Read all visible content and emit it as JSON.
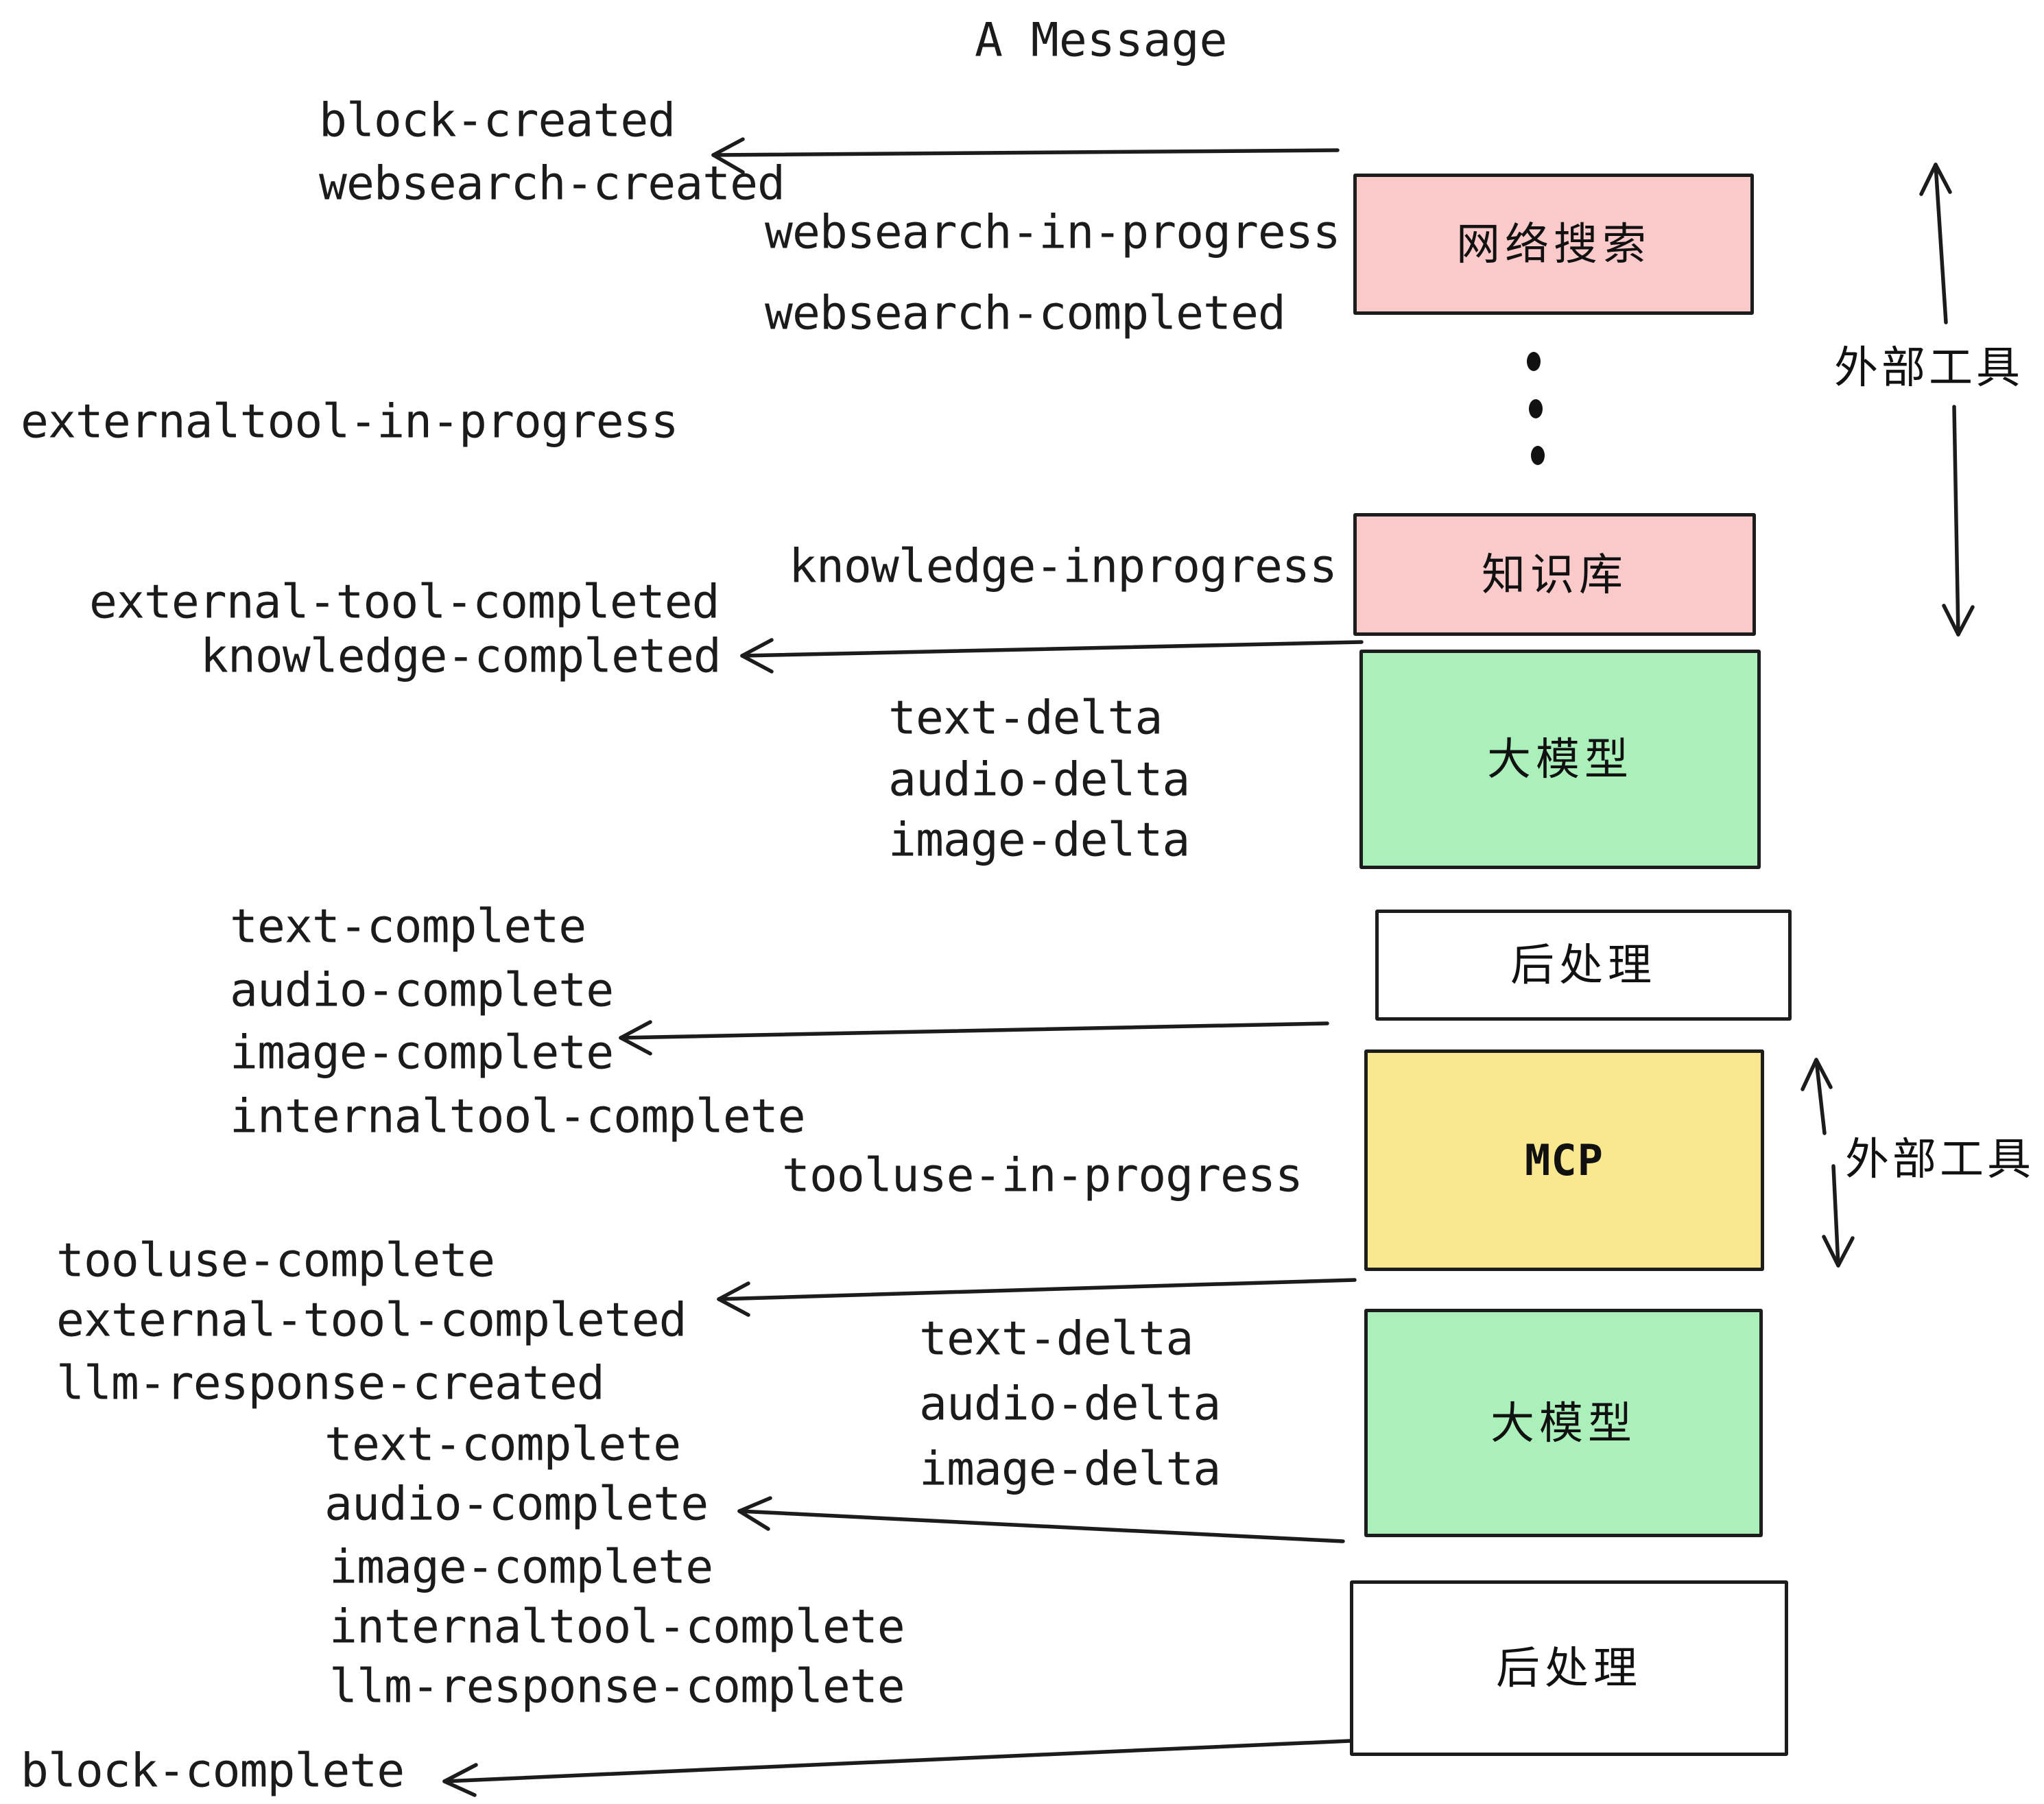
{
  "title": "A Message",
  "events": {
    "block_created": "block-created",
    "websearch_created": "websearch-created",
    "websearch_in_progress": "websearch-in-progress",
    "websearch_completed": "websearch-completed",
    "externaltool_in_progress": "externaltool-in-progress",
    "knowledge_inprogress": "knowledge-inprogress",
    "external_tool_completed_1": "external-tool-completed",
    "knowledge_completed": "knowledge-completed",
    "text_delta_1": "text-delta",
    "audio_delta_1": "audio-delta",
    "image_delta_1": "image-delta",
    "text_complete_1": "text-complete",
    "audio_complete_1": "audio-complete",
    "image_complete_1": "image-complete",
    "internaltool_complete_1": "internaltool-complete",
    "tooluse_in_progress": "tooluse-in-progress",
    "tooluse_complete": "tooluse-complete",
    "external_tool_completed_2": "external-tool-completed",
    "llm_response_created": "llm-response-created",
    "text_delta_2": "text-delta",
    "audio_delta_2": "audio-delta",
    "image_delta_2": "image-delta",
    "text_complete_2": "text-complete",
    "audio_complete_2": "audio-complete",
    "image_complete_2": "image-complete",
    "internaltool_complete_2": "internaltool-complete",
    "llm_response_complete": "llm-response-complete",
    "block_complete": "block-complete"
  },
  "boxes": {
    "web_search": {
      "label": "网络搜索",
      "color": "#fac9c9"
    },
    "knowledge_base": {
      "label": "知识库",
      "color": "#fac9c9"
    },
    "llm_1": {
      "label": "大模型",
      "color": "#abefbb"
    },
    "post_process_1": {
      "label": "后处理",
      "color": "#ffffff"
    },
    "mcp": {
      "label": "MCP",
      "color": "#f9e88f"
    },
    "llm_2": {
      "label": "大模型",
      "color": "#abefbb"
    },
    "post_process_2": {
      "label": "后处理",
      "color": "#ffffff"
    }
  },
  "annotations": {
    "external_tools_1": "外部工具",
    "external_tools_2": "外部工具"
  },
  "colors": {
    "pink": "#fac9c9",
    "green": "#abefbb",
    "yellow": "#f9e88f",
    "ink": "#1c1c1c",
    "background": "#ffffff"
  }
}
